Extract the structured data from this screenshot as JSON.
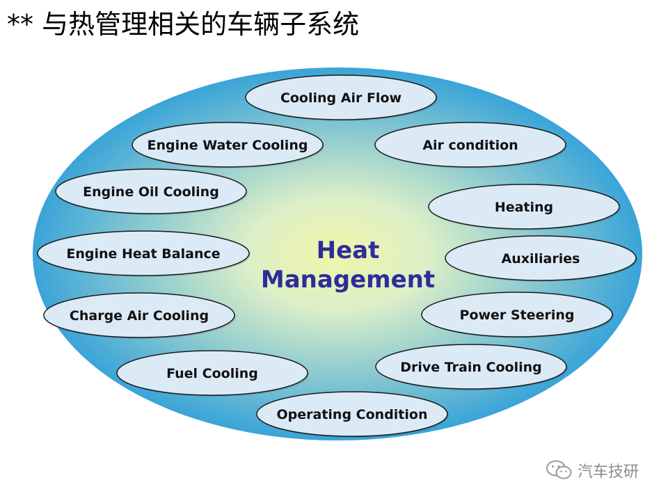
{
  "title": "** 与热管理相关的车辆子系统",
  "center_label": {
    "line1": "Heat",
    "line2": "Management",
    "color": "#2d2d9e"
  },
  "colors": {
    "outer_ellipse_edge": "#3aa4d8",
    "outer_ellipse_center": "#f0f5a8",
    "node_fill": "#dceaf6",
    "node_stroke": "#1a1a1a",
    "node_text": "#111111"
  },
  "nodes": [
    {
      "id": "cooling-air-flow",
      "label": "Cooling Air Flow"
    },
    {
      "id": "engine-water-cooling",
      "label": "Engine Water Cooling"
    },
    {
      "id": "air-condition",
      "label": "Air condition"
    },
    {
      "id": "engine-oil-cooling",
      "label": "Engine Oil Cooling"
    },
    {
      "id": "heating",
      "label": "Heating"
    },
    {
      "id": "engine-heat-balance",
      "label": "Engine Heat Balance"
    },
    {
      "id": "auxiliaries",
      "label": "Auxiliaries"
    },
    {
      "id": "charge-air-cooling",
      "label": "Charge Air Cooling"
    },
    {
      "id": "power-steering",
      "label": "Power Steering"
    },
    {
      "id": "fuel-cooling",
      "label": "Fuel Cooling"
    },
    {
      "id": "drive-train-cooling",
      "label": "Drive Train Cooling"
    },
    {
      "id": "operating-condition",
      "label": "Operating Condition"
    }
  ],
  "watermark": {
    "icon": "wechat-icon",
    "text": "汽车技研"
  }
}
